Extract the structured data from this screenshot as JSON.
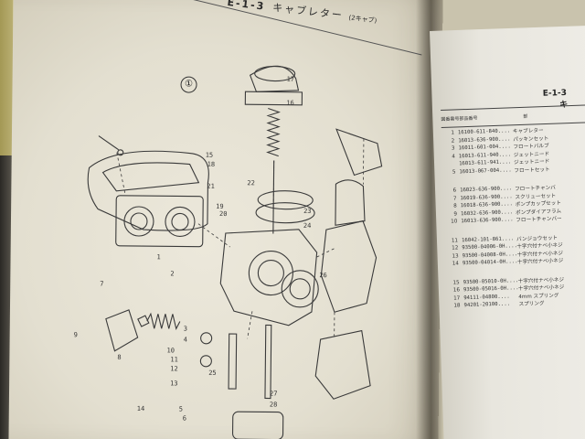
{
  "left_page": {
    "header_code": "E-1-3",
    "header_title": "キャブレター",
    "header_sub": "(2キャブ)",
    "figure_marker": "①",
    "callouts": [
      "17",
      "16",
      "15",
      "18",
      "22",
      "21",
      "19",
      "20",
      "23",
      "24",
      "26",
      "27",
      "28",
      "25",
      "7",
      "1",
      "2",
      "3",
      "4",
      "5",
      "6",
      "8",
      "9",
      "10",
      "11",
      "12",
      "13",
      "14"
    ]
  },
  "right_page": {
    "header_code": "E-1-3",
    "header_char": "キ",
    "col_headers": [
      "図番番号",
      "部品番号",
      "部"
    ],
    "rows": [
      {
        "num": "1",
        "part": "16100-611-840....",
        "desc": "キャブレター"
      },
      {
        "num": "2",
        "part": "16013-636-900....",
        "desc": "パッキンセット"
      },
      {
        "num": "3",
        "part": "16011-601-004....",
        "desc": "フロートバルブ"
      },
      {
        "num": "4",
        "part": "16013-611-940....",
        "desc": "ジェットニード"
      },
      {
        "num": "",
        "part": "16013-611-941....",
        "desc": "ジェットニード"
      },
      {
        "num": "5",
        "part": "16013-067-004....",
        "desc": "フロートセット"
      },
      {
        "num": "6",
        "part": "16023-636-900....",
        "desc": "フロートチャンバ"
      },
      {
        "num": "7",
        "part": "16019-636-900....",
        "desc": "スクリューセット"
      },
      {
        "num": "8",
        "part": "16018-636-900....",
        "desc": "ポンプカップセット"
      },
      {
        "num": "9",
        "part": "16032-636-900....",
        "desc": "ポンプダイアフラム"
      },
      {
        "num": "10",
        "part": "16013-636-900....",
        "desc": "フロートチャンバー"
      },
      {
        "num": "11",
        "part": "16042-101-861....",
        "desc": "バンジョウセット"
      },
      {
        "num": "12",
        "part": "93500-04006-0H....",
        "desc": "十字穴付ナベ小ネジ"
      },
      {
        "num": "13",
        "part": "93500-04008-0H....",
        "desc": "十字穴付ナベ小ネジ"
      },
      {
        "num": "14",
        "part": "93500-04014-0H....",
        "desc": "十字穴付ナベ小ネジ"
      },
      {
        "num": "15",
        "part": "93500-05010-0H....",
        "desc": "十字穴付ナベ小ネジ"
      },
      {
        "num": "16",
        "part": "93500-05016-0H....",
        "desc": "十字穴付ナベ小ネジ"
      },
      {
        "num": "17",
        "part": "94111-04800....",
        "desc": "4mm スプリング"
      },
      {
        "num": "18",
        "part": "94201-20100....",
        "desc": "スプリング"
      }
    ]
  }
}
